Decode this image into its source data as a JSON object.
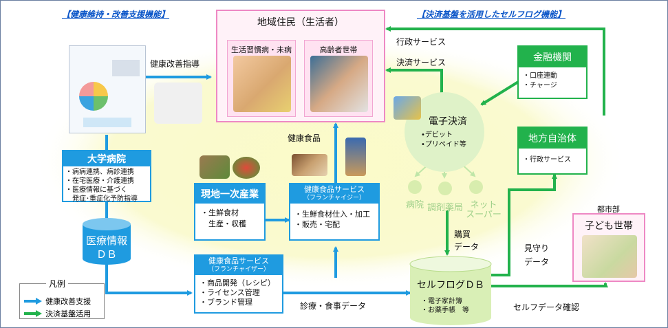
{
  "titles": {
    "left": "【健康維持・改善支援機能】",
    "right": "【決済基盤を活用したセルフログ機能】"
  },
  "residents": {
    "title": "地域住民（生活者）",
    "group1": "生活習慣病・未病",
    "group2": "高齢者世帯"
  },
  "university_hospital": {
    "title": "大学病院",
    "items": [
      "・病病連携、病診連携",
      "・在宅医療・介護連携",
      "・医療情報に基づく",
      "　発症･重症化予防指導"
    ]
  },
  "medical_db": {
    "line1": "医療情報",
    "line2": "ＤＢ"
  },
  "primary_industry": {
    "title": "現地一次産業",
    "items": [
      "・生鮮食材",
      "　生産・収穫"
    ]
  },
  "food_service_franchisee": {
    "title": "健康食品サービス",
    "subtitle": "（フランチャイジー）",
    "items": [
      "・生鮮食材仕入・加工",
      "・販売・宅配"
    ]
  },
  "food_service_franchiser": {
    "title": "健康食品サービス",
    "subtitle": "（フランチャイザー）",
    "items": [
      "・商品開発（レシピ）",
      "・ライセンス管理",
      "・ブランド管理"
    ]
  },
  "e_payment": {
    "title": "電子決済",
    "items": [
      "•デビット",
      "•プリペイド等"
    ]
  },
  "payment_points": [
    "病院",
    "調剤薬局",
    "ネット\nスーパー"
  ],
  "financial_institution": {
    "title": "金融機関",
    "items": [
      "・口座連動",
      "・チャージ"
    ]
  },
  "local_government": {
    "title": "地方自治体",
    "items": [
      "・行政サービス"
    ]
  },
  "selflog_db": {
    "title": "セルフログＤＢ",
    "items": [
      "・電子家計簿",
      "・お薬手帳　等"
    ]
  },
  "urban": {
    "label": "都市部",
    "title": "子ども世帯"
  },
  "flows": {
    "health_guidance": "健康改善指導",
    "health_food": "健康食品",
    "admin_service": "行政サービス",
    "payment_service": "決済サービス",
    "purchase_data_1": "購買",
    "purchase_data_2": "データ",
    "monitoring_data_1": "見守り",
    "monitoring_data_2": "データ",
    "medical_meal_data": "診療・食事データ",
    "self_data_check": "セルフデータ確認"
  },
  "legend": {
    "title": "凡例",
    "items": [
      {
        "label": "健康改善支援",
        "color": "#1f9be0"
      },
      {
        "label": "決済基盤活用",
        "color": "#22b24c"
      }
    ]
  },
  "colors": {
    "blue": "#1f9be0",
    "green": "#22b24c",
    "pink": "#ee88c4",
    "ellipse": "#fafac4"
  }
}
